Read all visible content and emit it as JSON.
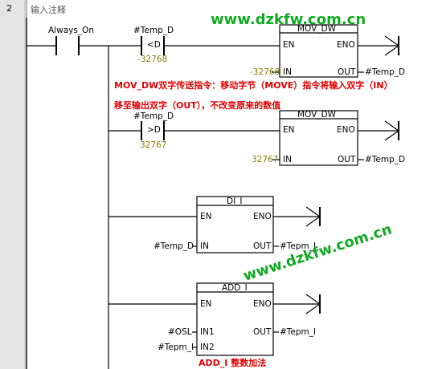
{
  "rung": {
    "number": "2",
    "comment": "输入注释"
  },
  "watermarks": [
    "www.dzkfw.com.cn",
    "www.dzkfw.com.cn"
  ],
  "contacts": {
    "always_on": "Always_On",
    "cmp1": {
      "var": "#Temp_D",
      "op": "<D",
      "value": "-32768"
    },
    "cmp2": {
      "var": "#Temp_D",
      "op": ">D",
      "value": "32767"
    }
  },
  "boxes": {
    "mov1": {
      "title": "MOV_DW",
      "en": "EN",
      "eno": "ENO",
      "in": "IN",
      "out": "OUT",
      "in_val": "-32768",
      "out_val": "#Temp_D"
    },
    "mov2": {
      "title": "MOV_DW",
      "en": "EN",
      "eno": "ENO",
      "in": "IN",
      "out": "OUT",
      "in_val": "32767",
      "out_val": "#Temp_D"
    },
    "di_i": {
      "title": "DI_I",
      "en": "EN",
      "eno": "ENO",
      "in": "IN",
      "out": "OUT",
      "in_val": "#Temp_D",
      "out_val": "#Tepm_I"
    },
    "add_i": {
      "title": "ADD_I",
      "en": "EN",
      "eno": "ENO",
      "in1": "IN1",
      "in2": "IN2",
      "out": "OUT",
      "in1_val": "#OSL",
      "in2_val": "#Tepm_I",
      "out_val": "#Tepm_I"
    }
  },
  "notes": {
    "mov_line1": "MOV_DW双字传送指令：移动字节（MOVE）指令将输入双字（IN）",
    "mov_line2": "移至输出双字（OUT），不改变原来的数值",
    "add": "ADD_I 整数加法"
  }
}
